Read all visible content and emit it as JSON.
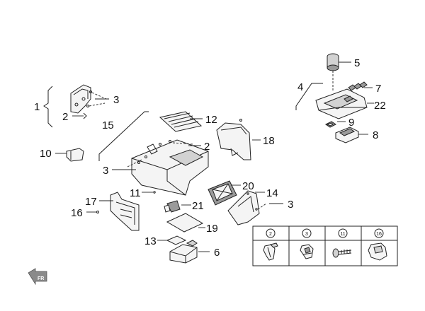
{
  "callouts": {
    "c1": "1",
    "c2a": "2",
    "c2b": "2",
    "c3a": "3",
    "c3b": "3",
    "c3c": "3",
    "c4": "4",
    "c5": "5",
    "c6": "6",
    "c7": "7",
    "c8": "8",
    "c9": "9",
    "c10": "10",
    "c11": "11",
    "c12": "12",
    "c13": "13",
    "c14": "14",
    "c15": "15",
    "c16": "16",
    "c17": "17",
    "c18": "18",
    "c19": "19",
    "c20": "20",
    "c21": "21",
    "c22": "22"
  },
  "fastener_legend": {
    "headers": [
      "2",
      "3",
      "11",
      "16"
    ]
  },
  "direction_marker": "FR"
}
